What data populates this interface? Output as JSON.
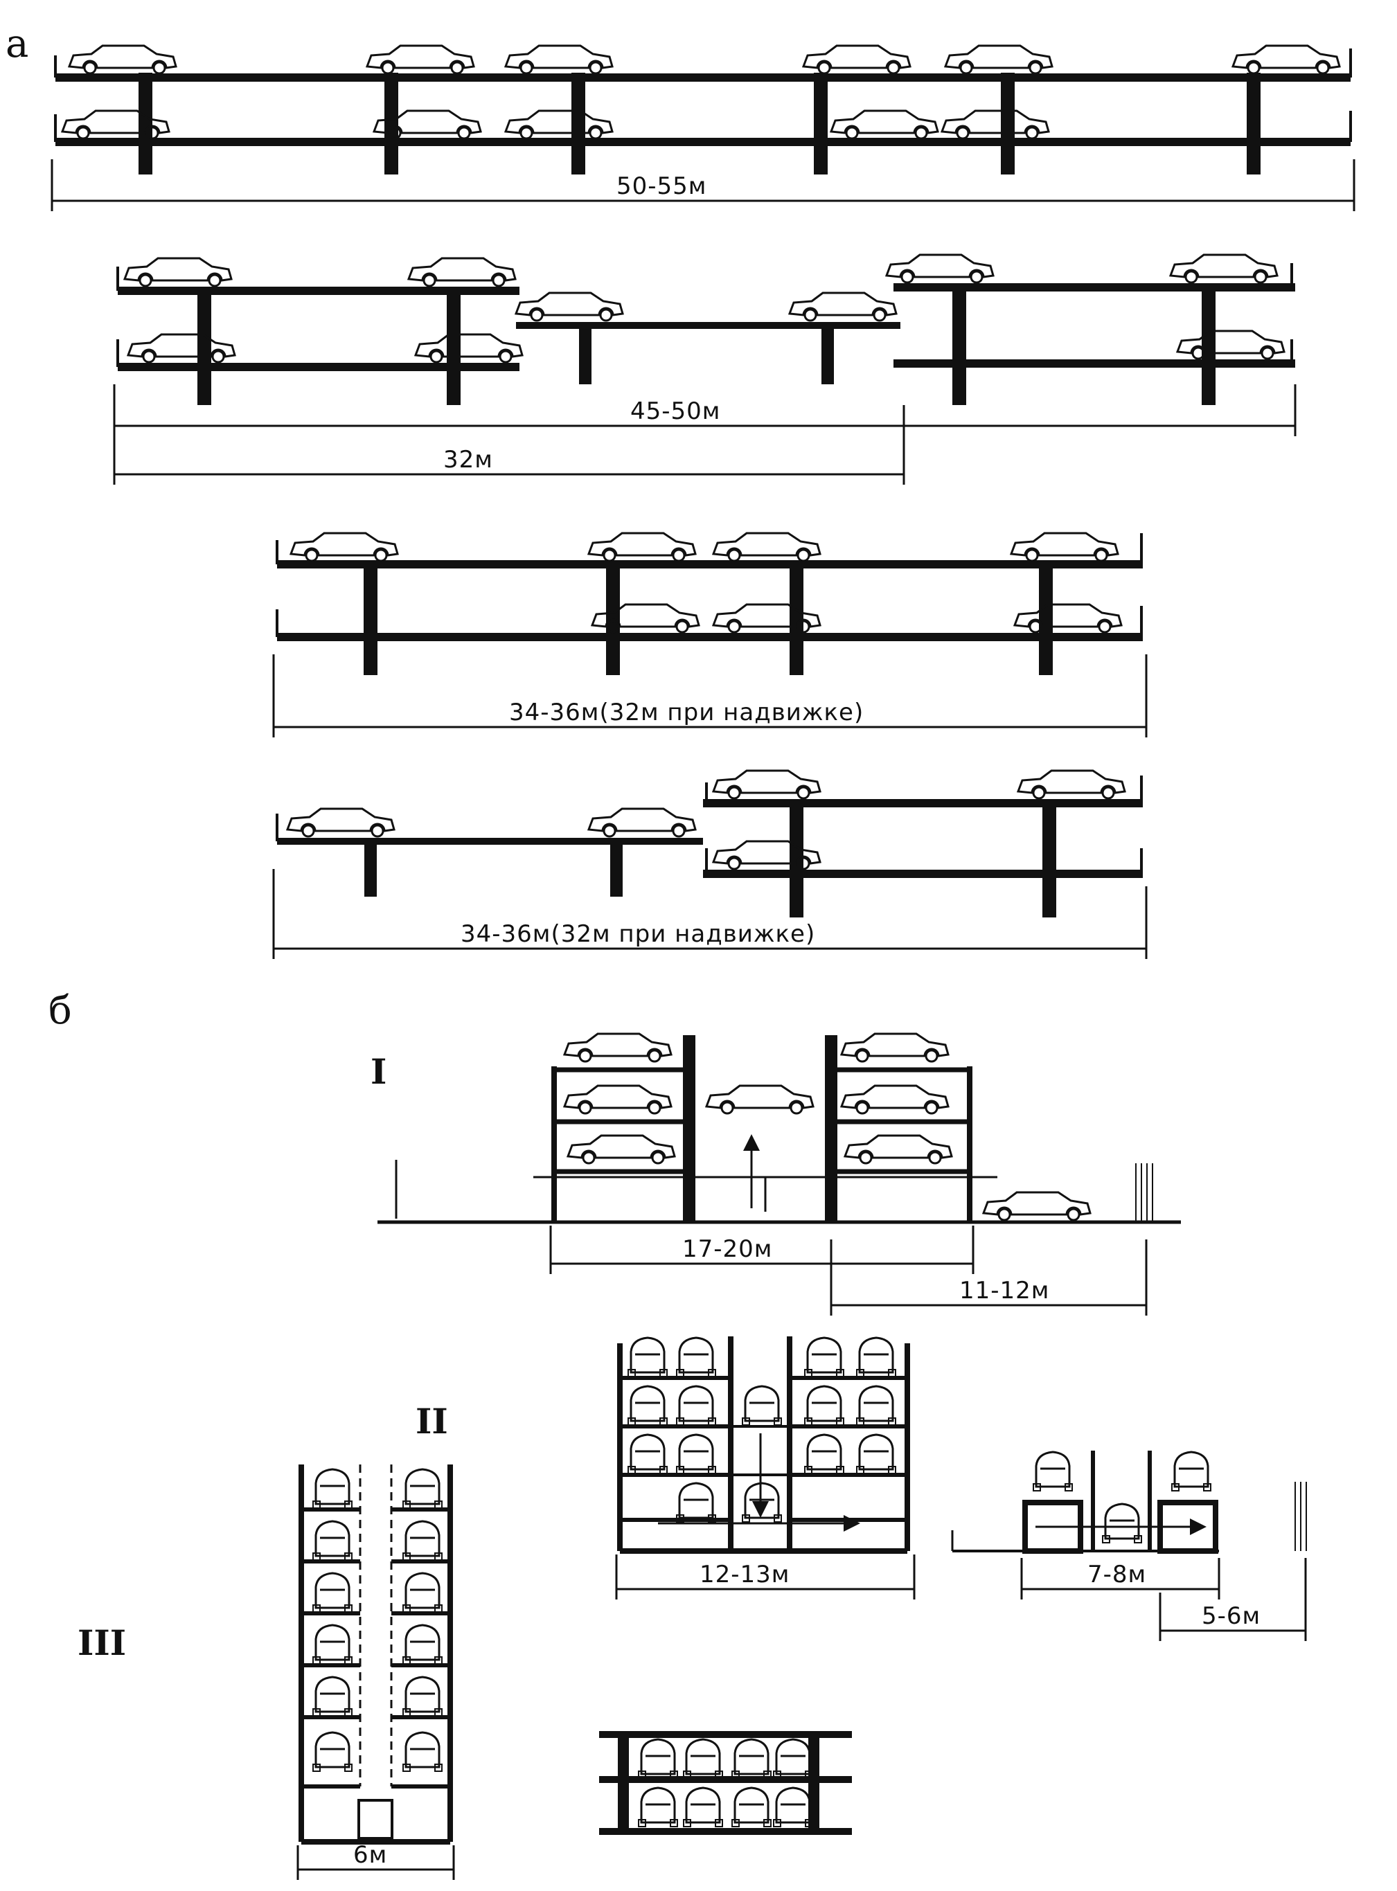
{
  "sections": {
    "a": "а",
    "b": "б"
  },
  "variants": {
    "I": "I",
    "II": "II",
    "III": "III"
  },
  "dimensions": {
    "d1": "50-55м",
    "d2": "45-50м",
    "d3": "32м",
    "d4": "34-36м(32м при надвижке)",
    "d5": "34-36м(32м при надвижке)",
    "d6": "17-20м",
    "d7": "11-12м",
    "d8": "12-13м",
    "d9": "7-8м",
    "d10": "5-6м",
    "d11": "6м"
  },
  "colors": {
    "ink": "#111111"
  }
}
